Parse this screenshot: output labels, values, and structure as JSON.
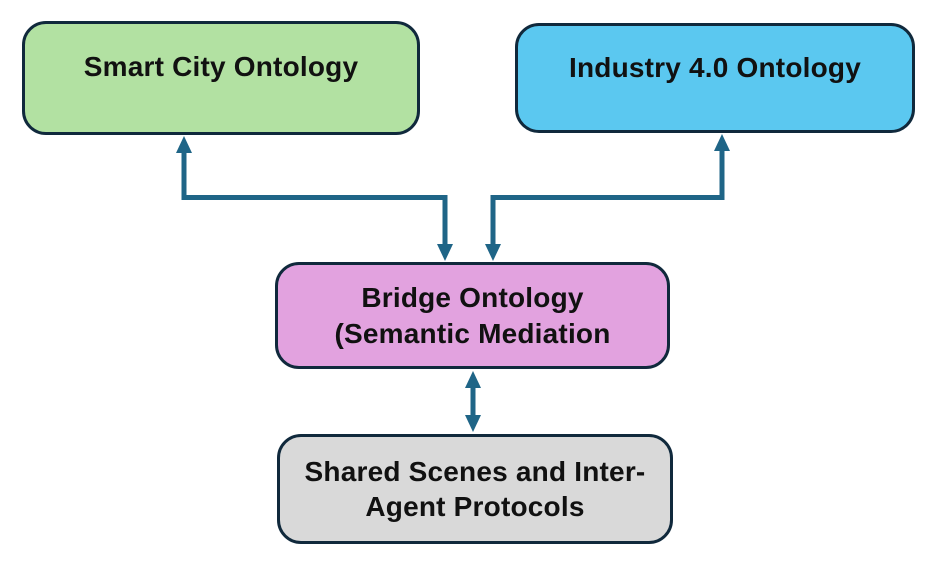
{
  "colors": {
    "background": "#FFFFFF",
    "border": "#10293C",
    "arrow": "#1F6587",
    "label-text": "#111111",
    "node-smart-city": "#B2E1A2",
    "node-industry": "#5BC8F0",
    "node-bridge": "#E2A2DF",
    "node-shared": "#D9D9D9"
  },
  "nodes": {
    "smart_city": {
      "label": "Smart City Ontology"
    },
    "industry": {
      "label": "Industry 4.0 Ontology"
    },
    "bridge": {
      "lines": [
        "Bridge Ontology",
        "(Semantic Mediation"
      ]
    },
    "shared": {
      "lines": [
        "Shared Scenes and Inter-",
        "Agent Protocols"
      ]
    }
  },
  "connectors": [
    {
      "from": "smart_city",
      "to": "bridge",
      "shape": "elbow",
      "bidirectional": true
    },
    {
      "from": "industry",
      "to": "bridge",
      "shape": "elbow",
      "bidirectional": true
    },
    {
      "from": "bridge",
      "to": "shared",
      "shape": "straight",
      "bidirectional": true
    }
  ]
}
